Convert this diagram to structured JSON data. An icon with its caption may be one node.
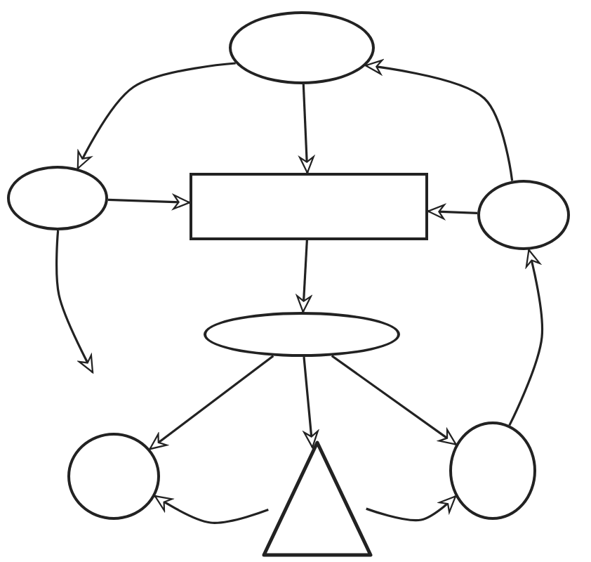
{
  "diagram": {
    "nodes": [
      {
        "text": [],
        "shape": "ellipse"
      },
      {
        "text": [],
        "shape": "ellipse"
      },
      {
        "text": [],
        "shape": "box"
      },
      {
        "text": [],
        "shape": "ellipse"
      },
      {
        "text": [],
        "shape": "ellipse"
      },
      {
        "text": [],
        "shape": "circle"
      },
      {
        "text": [],
        "shape": "triangle"
      },
      {
        "text": [],
        "shape": "circle"
      }
    ],
    "edges": [
      {
        "from": 0,
        "to": 1,
        "arrow": "to"
      },
      {
        "from": 0,
        "to": 2,
        "arrow": "to"
      },
      {
        "from": 1,
        "to": 2,
        "arrow": "to"
      },
      {
        "from": 3,
        "to": 2,
        "arrow": "to"
      },
      {
        "from": 1,
        "to": null,
        "arrow": "to"
      },
      {
        "from": 2,
        "to": 4,
        "arrow": "to"
      },
      {
        "from": 4,
        "to": 5,
        "arrow": "to"
      },
      {
        "from": 4,
        "to": 6,
        "arrow": "to"
      },
      {
        "from": 4,
        "to": 7,
        "arrow": "to"
      },
      {
        "from": 6,
        "to": 5,
        "arrow": "to"
      },
      {
        "from": 6,
        "to": 7,
        "arrow": "to"
      },
      {
        "from": 7,
        "to": 3,
        "arrow": "to"
      },
      {
        "from": 3,
        "to": 0,
        "arrow": "to"
      }
    ]
  }
}
